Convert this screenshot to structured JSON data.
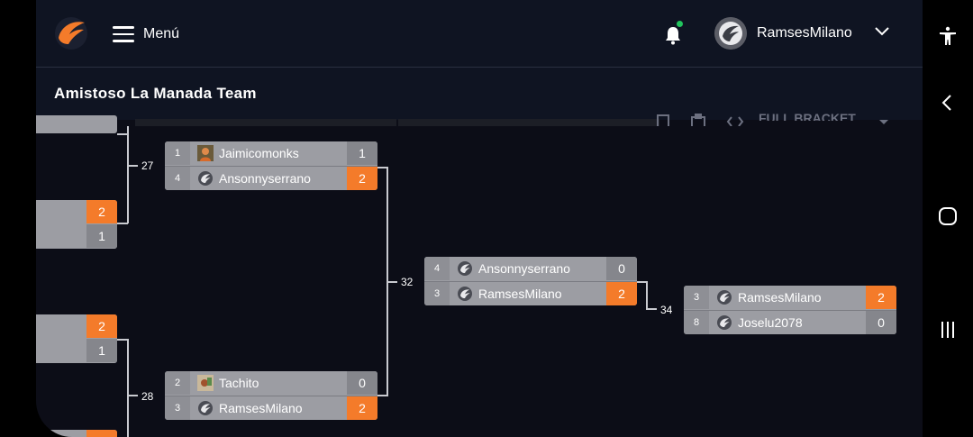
{
  "header": {
    "menu_label": "Menú",
    "username": "RamsesMilano"
  },
  "event": {
    "title": "Amistoso La Manada Team"
  },
  "toolbar_peek": {
    "label": "FULL BRACKET"
  },
  "stubs": [
    {
      "score": "2",
      "win": true
    },
    {
      "score": "1",
      "win": false
    },
    {
      "score": "2",
      "win": true
    },
    {
      "score": "1",
      "win": false
    }
  ],
  "match_numbers": {
    "m27": "27",
    "m28": "28",
    "m32": "32",
    "m34": "34"
  },
  "matches": {
    "m27": {
      "p1": {
        "seed": "1",
        "name": "Jaimicomonks",
        "score": "1"
      },
      "p2": {
        "seed": "4",
        "name": "Ansonnyserrano",
        "score": "2"
      }
    },
    "m28": {
      "p1": {
        "seed": "2",
        "name": "Tachito",
        "score": "0"
      },
      "p2": {
        "seed": "3",
        "name": "RamsesMilano",
        "score": "2"
      }
    },
    "m32": {
      "p1": {
        "seed": "4",
        "name": "Ansonnyserrano",
        "score": "0"
      },
      "p2": {
        "seed": "3",
        "name": "RamsesMilano",
        "score": "2"
      }
    },
    "m34": {
      "p1": {
        "seed": "3",
        "name": "RamsesMilano",
        "score": "2"
      },
      "p2": {
        "seed": "8",
        "name": "Joselu2078",
        "score": "0"
      }
    }
  },
  "colors": {
    "accent": "#f47b2a",
    "notification": "#21c45d",
    "background": "#0c0d17"
  }
}
